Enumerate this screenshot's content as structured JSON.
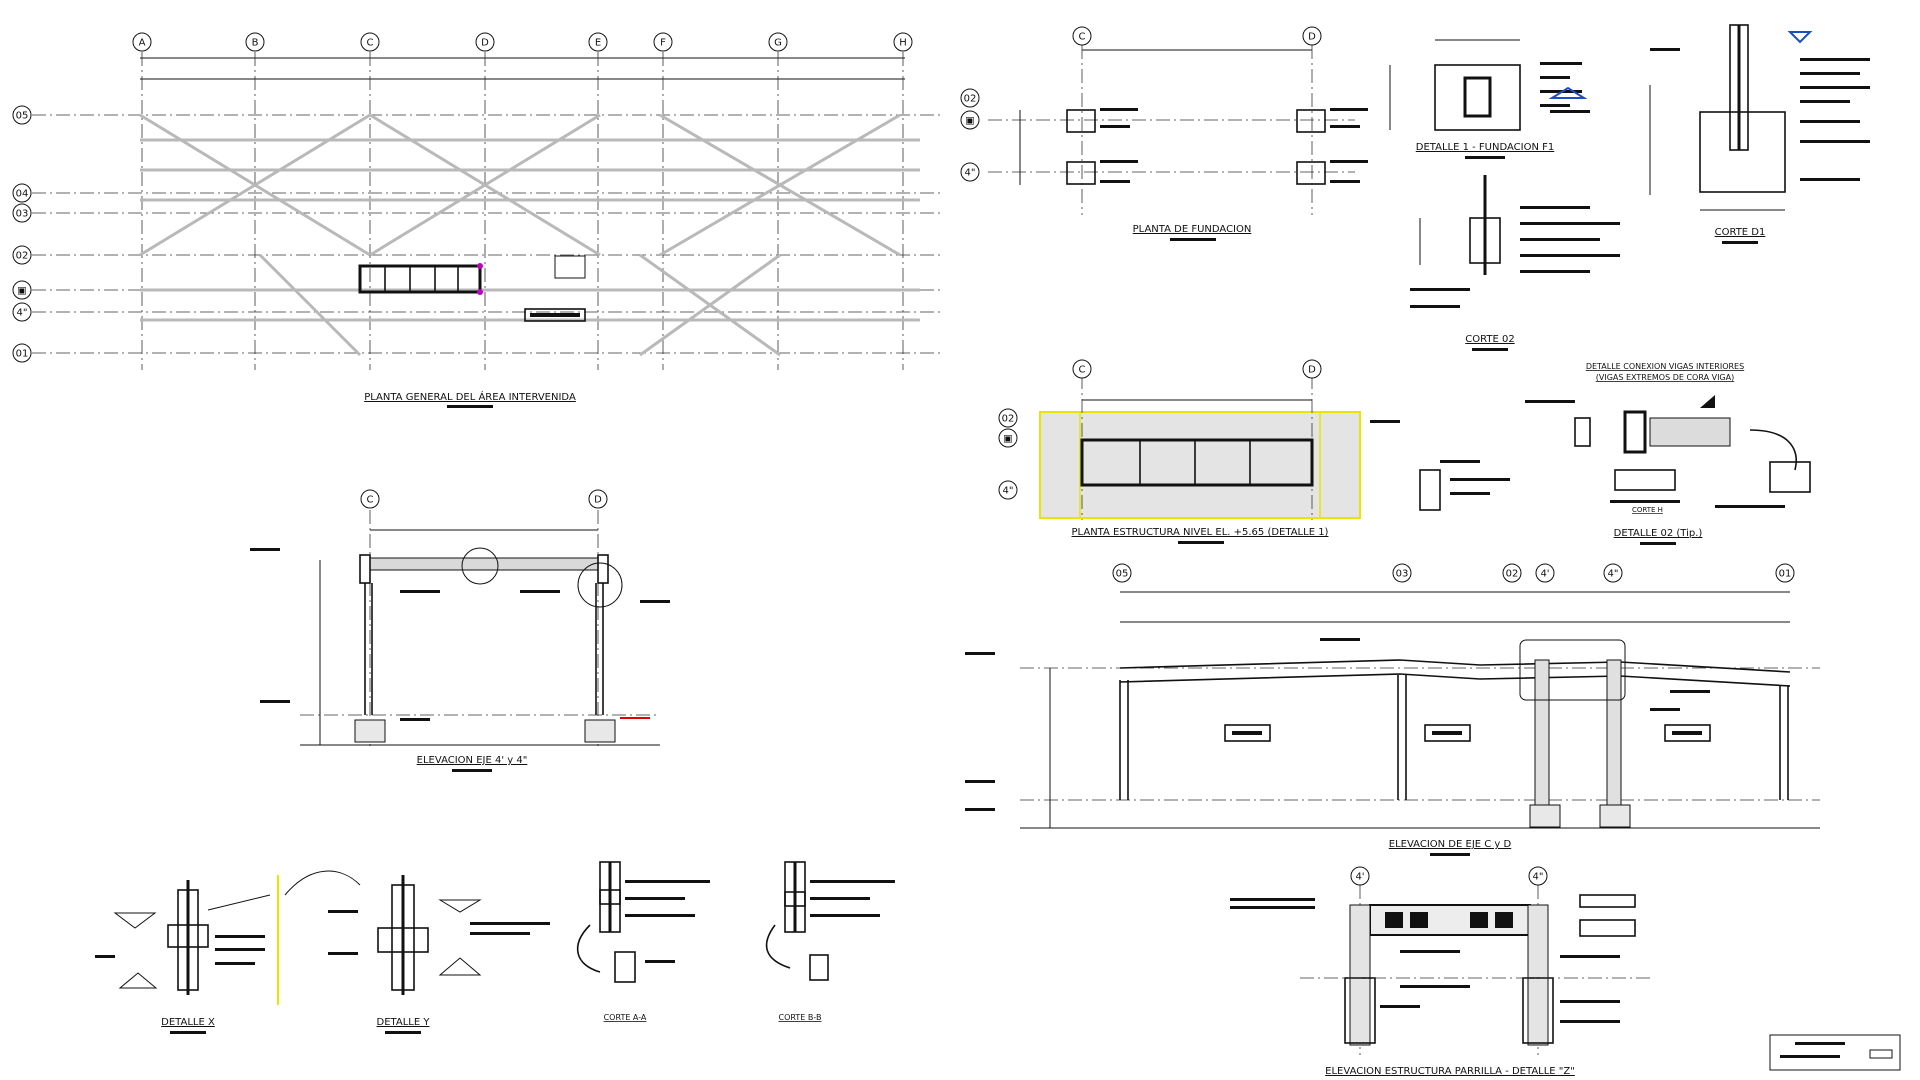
{
  "titles": {
    "planta_general": "PLANTA GENERAL DEL ÁREA INTERVENIDA",
    "planta_fundacion": "PLANTA DE FUNDACION",
    "detalle1": "DETALLE 1 - FUNDACION F1",
    "corte_d1": "CORTE D1",
    "corte_02": "CORTE 02",
    "planta_estructura": "PLANTA ESTRUCTURA NIVEL EL. +5.65 (DETALLE 1)",
    "detalle_conexion_1": "DETALLE CONEXION VIGAS INTERIORES",
    "detalle_conexion_2": "(VIGAS EXTREMOS DE CORA VIGA)",
    "corte_h": "CORTE H",
    "detalle02": "DETALLE 02 (Tip.)",
    "elev_4": "ELEVACION EJE 4' y 4\"",
    "elev_cd": "ELEVACION DE EJE C y D",
    "detalle_x": "DETALLE X",
    "detalle_y": "DETALLE Y",
    "corte_aa": "CORTE A-A",
    "corte_bb": "CORTE B-B",
    "elev_parrilla": "ELEVACION ESTRUCTURA PARRILLA - DETALLE \"Z\""
  },
  "axes": {
    "cols_main": [
      "A",
      "B",
      "C",
      "D",
      "E",
      "F",
      "G",
      "H"
    ],
    "rows_main": [
      "05",
      "04",
      "03",
      "02",
      "▣",
      "4\"",
      "01"
    ],
    "fund_cols": [
      "C",
      "D"
    ],
    "fund_rows": [
      "02",
      "▣",
      "4\""
    ],
    "struct_cols": [
      "C",
      "D"
    ],
    "struct_rows": [
      "02",
      "▣",
      "4\""
    ],
    "elev4_cols": [
      "C",
      "D"
    ],
    "elevcd_cols": [
      "05",
      "03",
      "02",
      "4'",
      "4\"",
      "01"
    ],
    "parr_cols": [
      "4'",
      "4\""
    ]
  }
}
